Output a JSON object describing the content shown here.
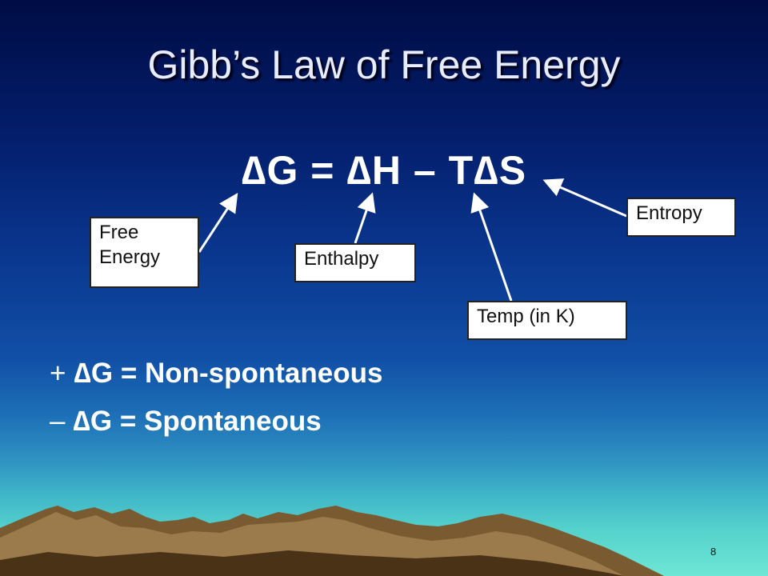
{
  "slide": {
    "title": "Gibb’s Law of Free Energy",
    "equation": "∆G = ∆H – T∆S",
    "labels": {
      "free_energy_line1": "Free",
      "free_energy_line2": "Energy",
      "enthalpy": "Enthalpy",
      "temp": "Temp (in K)",
      "entropy": "Entropy"
    },
    "rules": [
      {
        "sign": "+",
        "text": "∆G = Non-spontaneous"
      },
      {
        "sign": "–",
        "text": "∆G = Spontaneous"
      }
    ],
    "page_number": "8"
  },
  "colors": {
    "background_top": "#000c44",
    "background_bottom": "#6ee6d4",
    "mountain": "#7a5a30",
    "text": "#ffffff"
  }
}
